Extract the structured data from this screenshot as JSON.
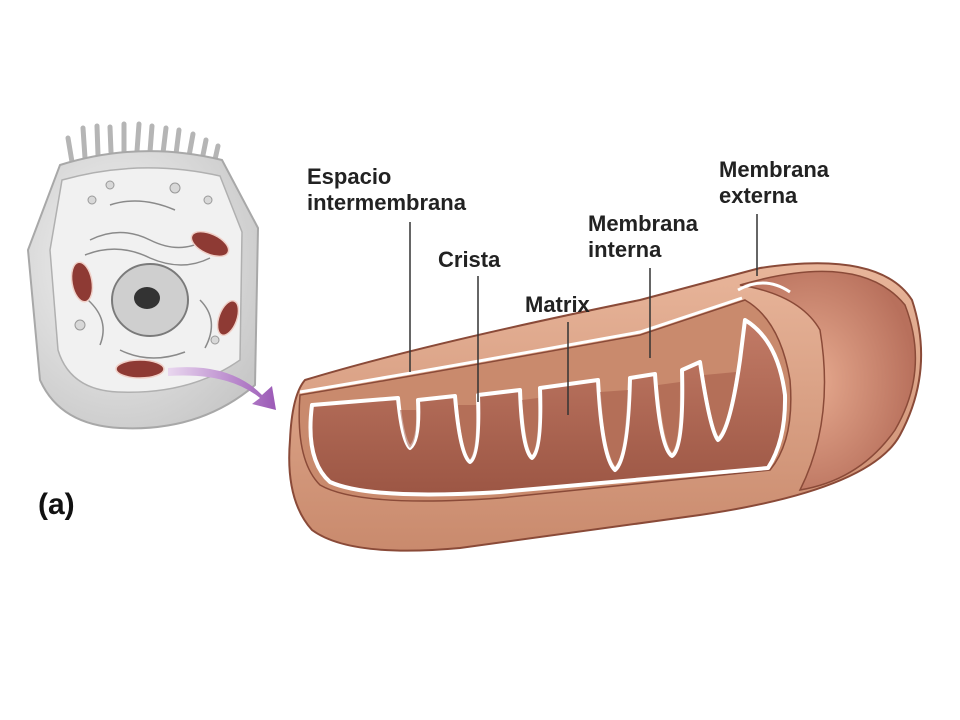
{
  "panel_label": "(a)",
  "labels": {
    "espacio": [
      "Espacio",
      "intermembrana"
    ],
    "crista": [
      "Crista"
    ],
    "matrix": [
      "Matrix"
    ],
    "membrana_interna": [
      "Membrana",
      "interna"
    ],
    "membrana_externa": [
      "Membrana",
      "externa"
    ]
  },
  "colors": {
    "outer_membrane": "#d9a184",
    "matrix": "#b8705c",
    "crista_fill": "#a35a48",
    "membrane_line": "#ffffff",
    "cell_body": "#dedede",
    "arrow": "#a160b8",
    "mito_organelle": "#8e3a34"
  }
}
